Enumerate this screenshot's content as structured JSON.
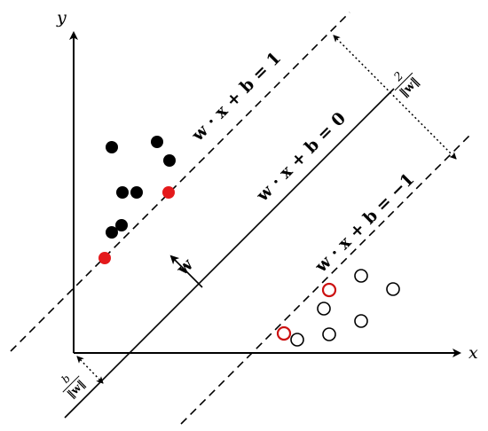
{
  "axes": {
    "x_label": "x",
    "y_label": "y"
  },
  "lines": {
    "upper_margin_label": "w · x + b = 1",
    "decision_label": "w · x + b = 0",
    "lower_margin_label": "w · x + b = −1"
  },
  "normal_vector_label": "w",
  "margin_fraction": {
    "numerator": "2",
    "denominator": "‖w‖"
  },
  "offset_fraction": {
    "numerator": "b",
    "denominator": "‖w‖"
  },
  "colors": {
    "positive_class": "#000000",
    "support_vector_fill": "#e41a1c",
    "support_vector_ring": "#cc1111",
    "negative_class": "#000000"
  },
  "points": {
    "positive": [
      {
        "id": "p1",
        "support": false
      },
      {
        "id": "p2",
        "support": false
      },
      {
        "id": "p3",
        "support": false
      },
      {
        "id": "p4",
        "support": false
      },
      {
        "id": "p5",
        "support": false
      },
      {
        "id": "p6",
        "support": false
      },
      {
        "id": "p7",
        "support": false
      },
      {
        "id": "p8",
        "support": false
      },
      {
        "id": "p9",
        "support": true
      },
      {
        "id": "p10",
        "support": true
      }
    ],
    "negative": [
      {
        "id": "n1",
        "support": false
      },
      {
        "id": "n2",
        "support": false
      },
      {
        "id": "n3",
        "support": false
      },
      {
        "id": "n4",
        "support": false
      },
      {
        "id": "n5",
        "support": false
      },
      {
        "id": "n6",
        "support": false
      },
      {
        "id": "n7",
        "support": false
      },
      {
        "id": "n8",
        "support": true
      },
      {
        "id": "n9",
        "support": true
      }
    ]
  }
}
